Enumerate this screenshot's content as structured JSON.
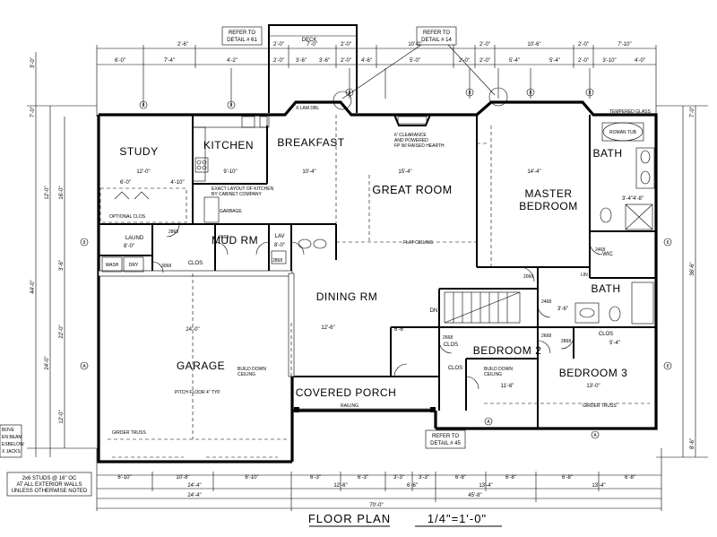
{
  "title": {
    "text": "FLOOR PLAN",
    "scale": "1/4\"=1'-0\""
  },
  "rooms": {
    "study": "STUDY",
    "kitchen": "KITCHEN",
    "breakfast": "BREAKFAST",
    "great_room": "GREAT ROOM",
    "master_bedroom_1": "MASTER",
    "master_bedroom_2": "BEDROOM",
    "bath_top": "BATH",
    "laund": "LAUND",
    "mud_rm": "MUD RM",
    "lav": "LAV",
    "clos_mud": "CLOS",
    "wic": "WIC",
    "bath_mid": "BATH",
    "dining_rm": "DINING RM",
    "garage": "GARAGE",
    "covered_porch": "COVERED PORCH",
    "bedroom2": "BEDROOM 2",
    "bedroom3": "BEDROOM 3",
    "clos_a": "CLOS",
    "clos_b": "CLOS",
    "clos_c": "CLOS",
    "deck": "DECK",
    "dn": "DN"
  },
  "callouts": {
    "refer_deck": [
      "REFER TO",
      "DETAIL # 61"
    ],
    "refer_14": [
      "REFER TO",
      "DETAIL # 14"
    ],
    "refer_45": [
      "REFER TO",
      "DETAIL # 45"
    ]
  },
  "notes": {
    "studs": [
      "2x6 STUDS @ 16\" OC",
      "AT ALL EXTERIOR WALLS",
      "UNLESS OTHERWISE NOTED"
    ],
    "left_partial": [
      "BOVE",
      "EN BEAM",
      "ESBELOW",
      "X JACKS"
    ],
    "kitchen_layout": [
      "EXACT LAYOUT OF KITCHEN",
      "BY CABINET COMPANY"
    ],
    "optional_clos": "OPTIONAL CLOS",
    "girder_truss_garage": "GIRDER TRUSS",
    "girder_truss_right": "GIRDER TRUSS",
    "pitch_floor": "PITCH FLOOR 4\" TYP.",
    "build_down_ceiling": [
      "BUILD DOWN",
      "CEILING"
    ],
    "build_down_ceiling_2": [
      "BUILD DOWN",
      "CEILING"
    ],
    "flat_ceiling": "FLAT CEILING",
    "clearance_note": [
      "6' CLEARANCE",
      "AND POWERED",
      "FP W/ RAISED HEARTH"
    ],
    "tempered_glass": "TEMPERED GLASS",
    "x_lam_dbl": "X LAM DBL",
    "railing": "RAILING",
    "garbage": "GARBAGE",
    "linen": "LIN",
    "laundry_ws": "WASH",
    "laundry_dr": "DRY",
    "bs_tub": "ROMAN TUB"
  },
  "dims_top_row1": [
    "2'-6\"",
    "2'-0\"",
    "7'-0\"",
    "2'-0\"",
    "10'-0\"",
    "2'-0\"",
    "10'-6\"",
    "2'-0\"",
    "7'-10\""
  ],
  "dims_top_row2": [
    "6'-0\"",
    "7'-4\"",
    "4'-2\"",
    "2'-0\"",
    "3'-6\"",
    "3'-6\"",
    "2'-0\"",
    "4'-6\"",
    "5'-0\"",
    "2'-0\"",
    "2'-0\"",
    "5'-4\"",
    "5'-4\"",
    "2'-0\"",
    "3'-10\"",
    "4'-0\""
  ],
  "dims_bottom_row1": [
    "6'-10\"",
    "10'-8\"",
    "6'-10\"",
    "6'-3\"",
    "6'-3\"",
    "3'-3\"",
    "3'-3\"",
    "6'-8\"",
    "6'-8\"",
    "6'-8\"",
    "6'-8\""
  ],
  "dims_bottom_row2": [
    "24'-4\"",
    "12'-6\"",
    "6'-6\"",
    "13'-4\"",
    "13'-4\""
  ],
  "dims_bottom_row3": [
    "24'-4\"",
    "45'-8\""
  ],
  "dims_bottom_total": "70'-0\"",
  "dims_left": [
    "3'-0\"",
    "7'-0\"",
    "12'-0\"",
    "16'-0\"",
    "3'-6\"",
    "44'-0\"",
    "24'-0\"",
    "12'-0\"",
    "22'-0\""
  ],
  "dims_right": [
    "7'-0\"",
    "36'-6\"",
    "8'-6\""
  ],
  "dims_interior": [
    "12'-0\"",
    "9'-10\"",
    "10'-4\"",
    "15'-4\"",
    "14'-4\"",
    "12'-6\"",
    "24'-0\"",
    "6'-6\"",
    "11'-6\"",
    "13'-0\"",
    "8'-0\"",
    "3'-4\"",
    "4'-8\"",
    "6'-0\"",
    "4'-10\"",
    "3'-6\"",
    "5'-4\"",
    "8'-0\""
  ],
  "grid_markers": [
    "8",
    "8",
    "8",
    "8",
    "8",
    "8",
    "8",
    "A",
    "A",
    "A",
    "8",
    "8"
  ],
  "doors": [
    "2868",
    "2668",
    "2868",
    "3068",
    "2068",
    "2468",
    "2668",
    "2868",
    "2468",
    "2668"
  ]
}
